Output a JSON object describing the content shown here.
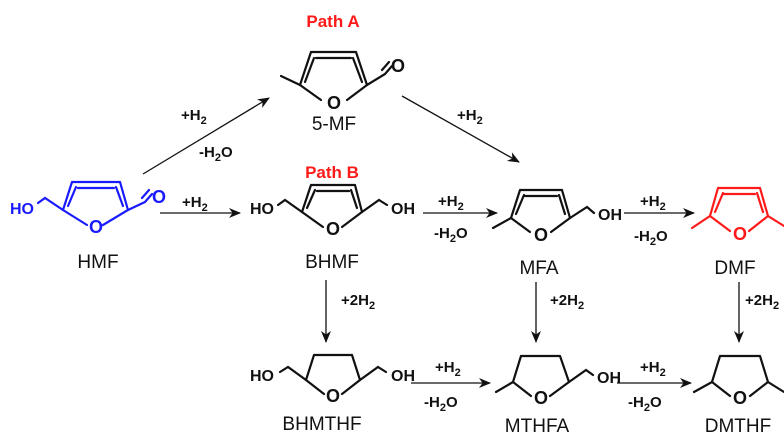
{
  "path_labels": {
    "a": "Path A",
    "b": "Path B"
  },
  "compounds": {
    "hmf": "HMF",
    "five_mf": "5-MF",
    "bhmf": "BHMF",
    "mfa": "MFA",
    "dmf": "DMF",
    "bhmthf": "BHMTHF",
    "mthfa": "MTHFA",
    "dmthf": "DMTHF"
  },
  "atoms": {
    "ho": "HO",
    "oh": "OH",
    "o": "O"
  },
  "reagents": {
    "h2_prefix": "+H",
    "h2_sub": "2",
    "two_h2_prefix": "+2H",
    "minus_prefix": "-H",
    "minus_sub": "2",
    "minus_suffix": "O"
  },
  "colors": {
    "highlight": "#ff1a1a",
    "hmf": "#1a1aff",
    "default": "#111111"
  }
}
